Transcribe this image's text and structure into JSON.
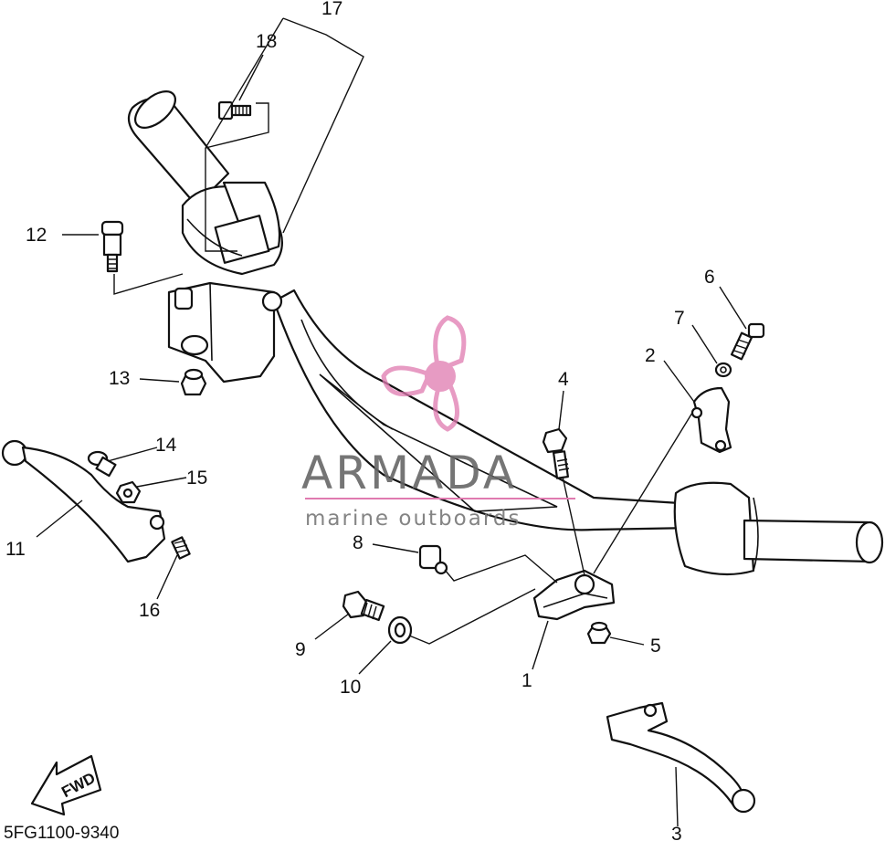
{
  "diagram": {
    "callouts": [
      "1",
      "2",
      "3",
      "4",
      "5",
      "6",
      "7",
      "8",
      "9",
      "10",
      "11",
      "12",
      "13",
      "14",
      "15",
      "16",
      "17",
      "18"
    ],
    "part_code": "5FG1100-9340",
    "direction_marker": "FWD"
  },
  "watermark": {
    "brand": "ARMADA",
    "tagline": "marine outboards",
    "logo_color": "#e07ab0",
    "text_color": "#666666"
  }
}
